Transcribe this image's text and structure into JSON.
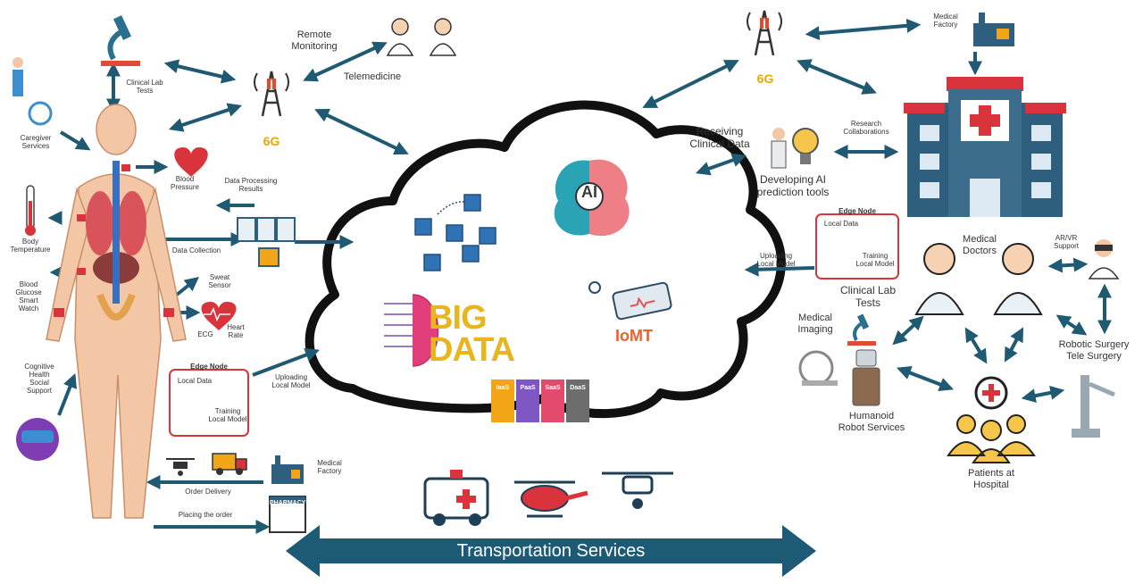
{
  "labels": {
    "clinical_lab_tests_left": "Clinical Lab\nTests",
    "remote_monitoring": "Remote\nMonitoring",
    "telemedicine": "Telemedicine",
    "sixg": "6G",
    "caregiver_services": "Caregiver\nServices",
    "blood_pressure": "Blood\nPressure",
    "data_processing_results": "Data Processing\nResults",
    "body_temperature": "Body\nTemperature",
    "blood_glucose_smartwatch": "Blood\nGlucose\nSmart\nWatch",
    "data_collection": "Data Collection",
    "sweat_sensor": "Sweat\nSensor",
    "ecg": "ECG",
    "heart_rate": "Heart\nRate",
    "edge_node_left": "Edge Node",
    "local_data_left": "Local Data",
    "training_local_model_left": "Training\nLocal Model",
    "uploading_local_model_left": "Uploading\nLocal Model",
    "cognitive_health": "Cognitive\nHealth\nSocial\nSupport",
    "medical_factory_bottom": "Medical\nFactory",
    "order_delivery": "Order Delivery",
    "placing_order": "Placing the order",
    "pharmacy": "PHARMACY",
    "transportation_services": "Transportation Services",
    "medical_factory_top": "Medical\nFactory",
    "receiving_clinical_data": "Receiving\nClinical Data",
    "research_collaborations": "Research\nCollaborations",
    "developing_ai": "Developing AI\nprediction tools",
    "edge_node_right": "Edge Node",
    "local_data_right": "Local Data",
    "training_local_model_right": "Training\nLocal Model",
    "uploading_local_model_right": "Uploading\nLocal Model",
    "clinical_lab_tests_right": "Clinical Lab\nTests",
    "medical_doctors": "Medical\nDoctors",
    "ar_vr_support": "AR/VR\nSupport",
    "medical_imaging": "Medical\nImaging",
    "robotic_surgery": "Robotic Surgery\nTele Surgery",
    "humanoid_robot": "Humanoid\nRobot Services",
    "patients_hospital": "Patients at\nHospital",
    "ai": "AI",
    "big_data": "BIG\nDATA",
    "iomt": "IoMT",
    "iaas": "IaaS",
    "paas": "PaaS",
    "saas": "SaaS",
    "daas": "DaaS"
  },
  "colors": {
    "arrow": "#1f5a72",
    "cloud_outline": "#111111",
    "sixg": "#f2a400",
    "hospital_red": "#d9343b",
    "hospital_blue": "#2f5f7e",
    "iaas": "#f2a516",
    "paas": "#7e57c2",
    "saas": "#e24b6b",
    "daas": "#6d6d6d",
    "transport_arrow": "#1c5a76"
  },
  "icons": {
    "microscope": "microscope-icon",
    "tower": "cell-tower-icon",
    "doctor": "doctor-icon",
    "ambulance": "ambulance-icon",
    "helicopter": "helicopter-icon",
    "drone": "drone-icon",
    "truck": "truck-icon",
    "hospital": "hospital-icon",
    "brain": "ai-brain-icon",
    "blockchain": "blockchain-icon"
  }
}
